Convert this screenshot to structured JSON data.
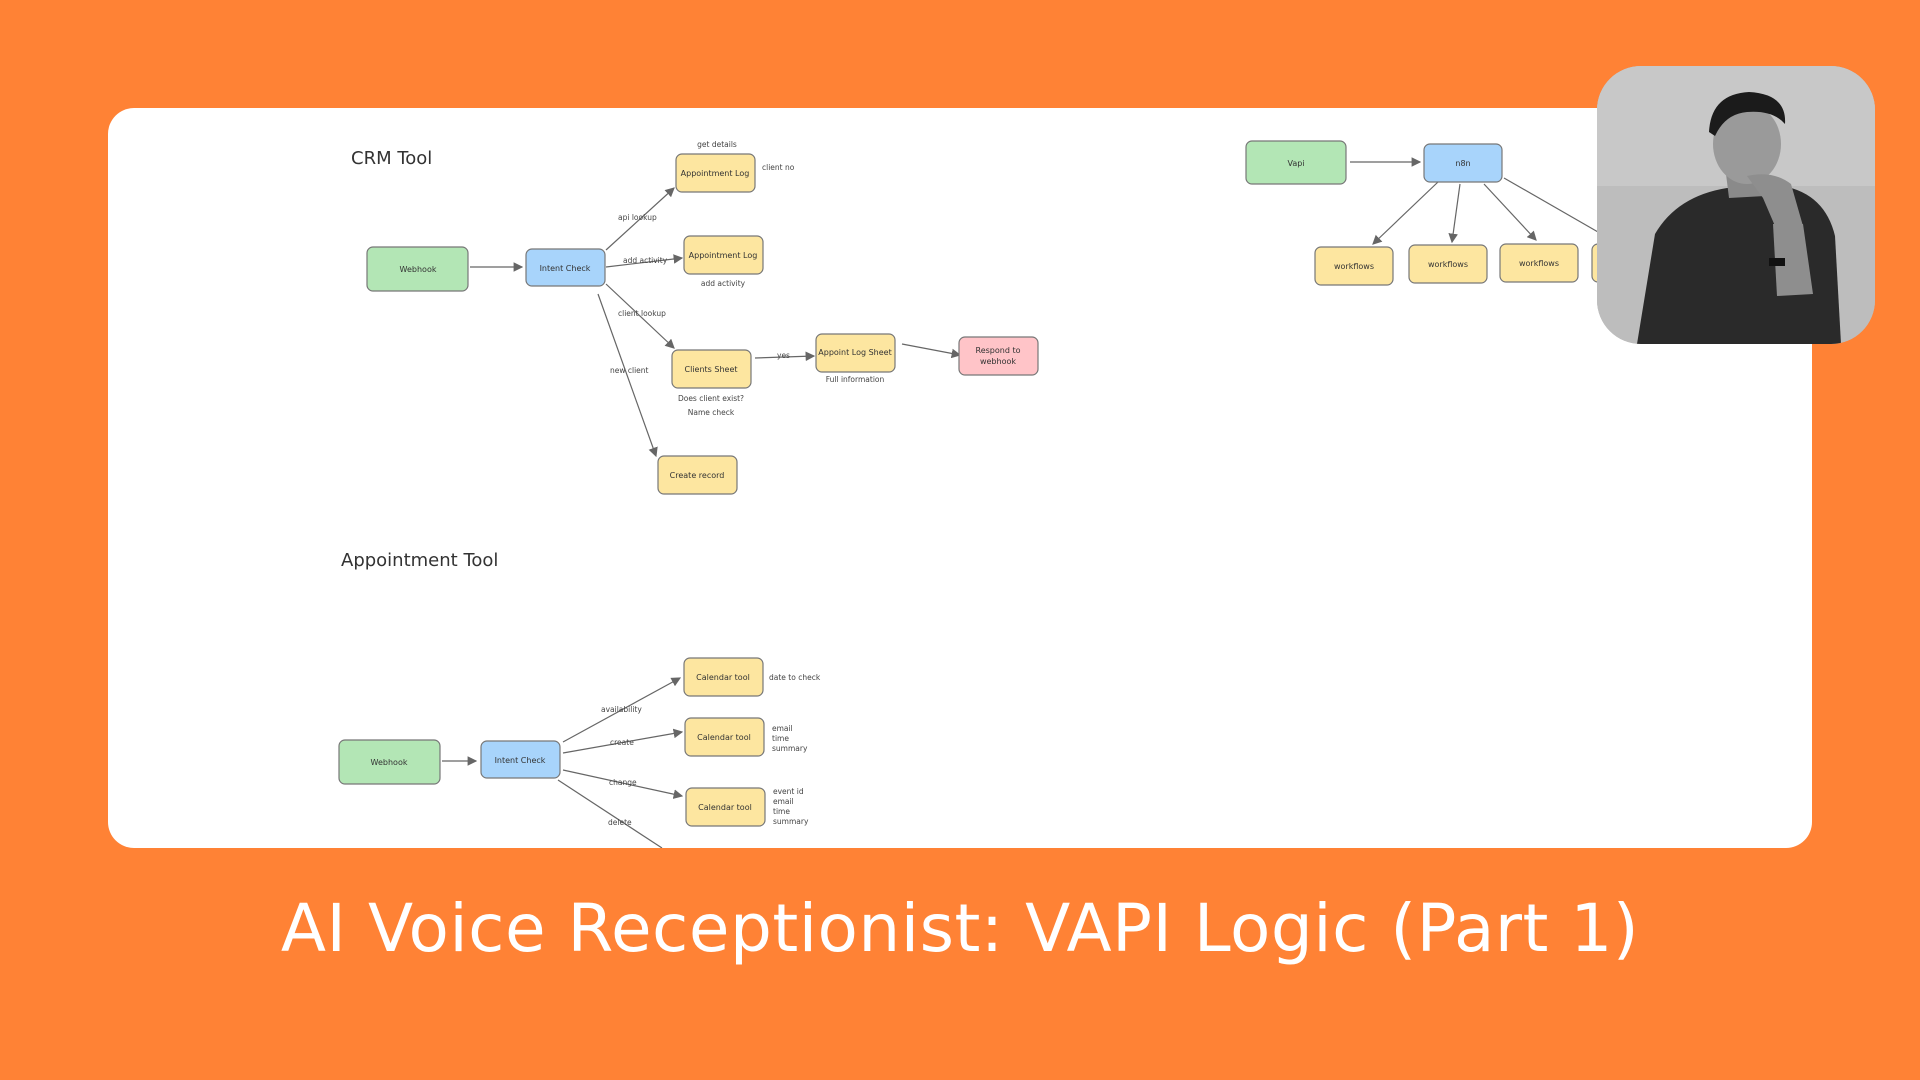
{
  "colors": {
    "background": "#ff8235",
    "green_node": "#b3e6b5",
    "blue_node": "#a8d4fb",
    "yellow_node": "#fde6a0",
    "red_node": "#ffc4c8"
  },
  "crm": {
    "title": "CRM Tool",
    "webhook": "Webhook",
    "intent_check": "Intent Check",
    "appt_log_top": "Appointment Log",
    "appt_log_mid": "Appointment Log",
    "clients_sheet": "Clients Sheet",
    "appoint_log_sheet": "Appoint Log Sheet",
    "respond_line1": "Respond to",
    "respond_line2": "webhook",
    "create_record": "Create record",
    "label_get_details": "get details",
    "label_client_no": "client no",
    "label_api_lookup": "api lookup",
    "label_add_activity": "add activity",
    "label_add_activity_below": "add activity",
    "label_client_lookup": "client lookup",
    "label_new_client": "new client",
    "label_yes": "yes",
    "label_exists": "Does client exist?",
    "label_name_check": "Name check",
    "label_full_info": "Full information"
  },
  "appointment": {
    "title": "Appointment Tool",
    "webhook": "Webhook",
    "intent_check": "Intent Check",
    "cal1": "Calendar tool",
    "cal2": "Calendar tool",
    "cal3": "Calendar tool",
    "label_availability": "availability",
    "label_create": "create",
    "label_change": "change",
    "label_delete": "delete",
    "label_date_to_check": "date to check",
    "label_create_l1": "email",
    "label_create_l2": "time",
    "label_create_l3": "summary",
    "label_change_l1": "event id",
    "label_change_l2": "email",
    "label_change_l3": "time",
    "label_change_l4": "summary"
  },
  "vapi": {
    "vapi": "Vapi",
    "n8n": "n8n",
    "wf1": "workflows",
    "wf2": "workflows",
    "wf3": "workflows"
  },
  "footer": {
    "title": "AI Voice Receptionist: VAPI Logic (Part 1)"
  }
}
